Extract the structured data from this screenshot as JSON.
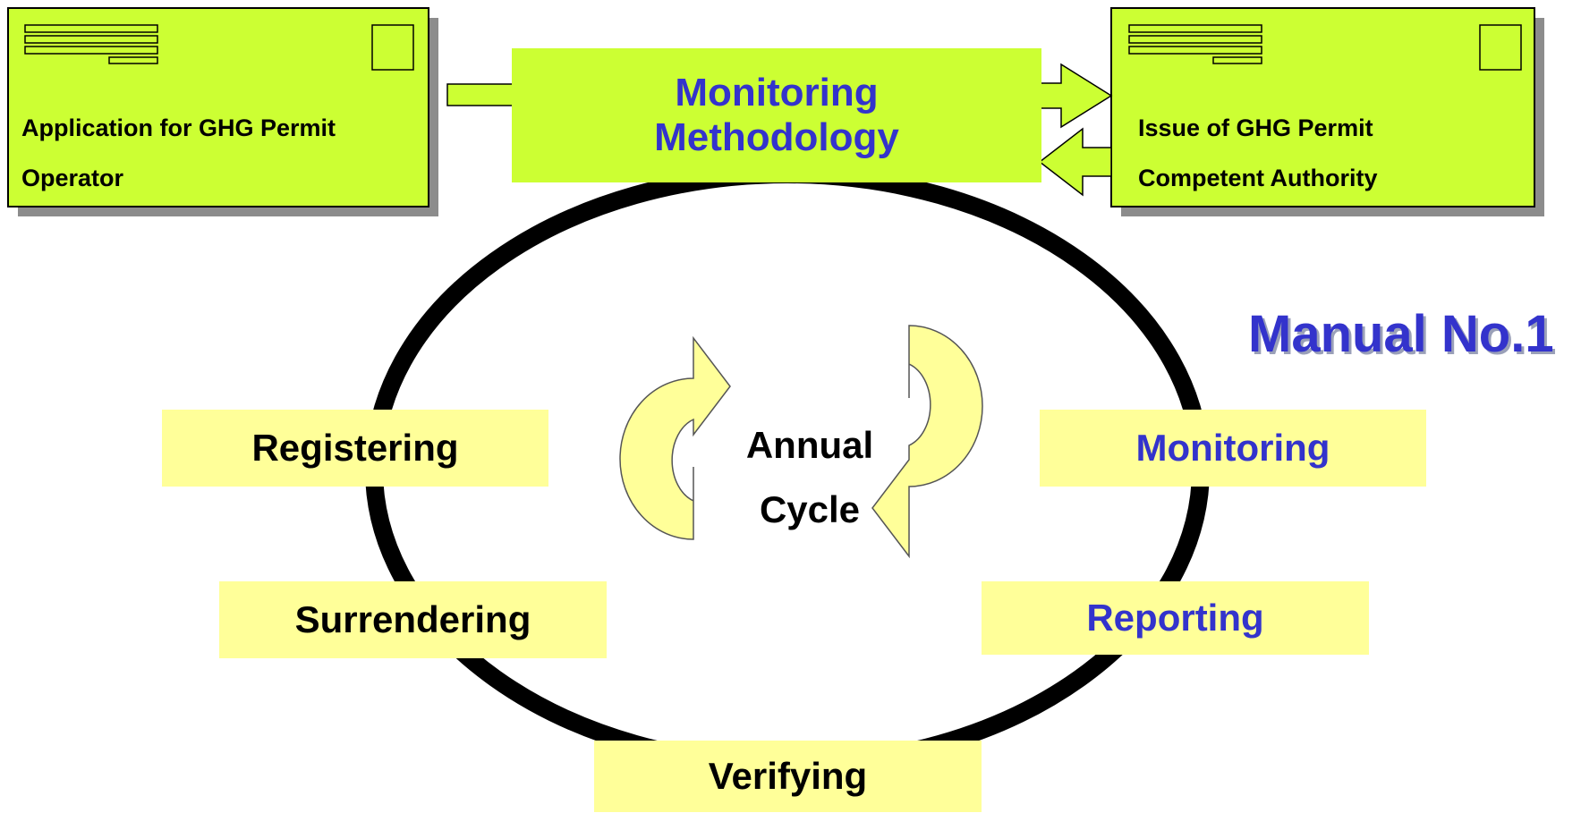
{
  "application_doc": {
    "title": "Application for GHG Permit",
    "party": "Operator"
  },
  "issue_doc": {
    "title": "Issue of GHG Permit",
    "party": "Competent Authority"
  },
  "methodology": {
    "line1": "Monitoring",
    "line2": "Methodology"
  },
  "manual_label": "Manual No.1",
  "cycle": {
    "line1": "Annual",
    "line2": "Cycle"
  },
  "steps": {
    "registering": "Registering",
    "monitoring": "Monitoring",
    "surrendering": "Surrendering",
    "reporting": "Reporting",
    "verifying": "Verifying"
  },
  "colors": {
    "document_fill": "#ccff33",
    "step_fill": "#ffff99",
    "highlight_text": "#3333cc",
    "cycle_arrow_fill": "#ffff99"
  }
}
